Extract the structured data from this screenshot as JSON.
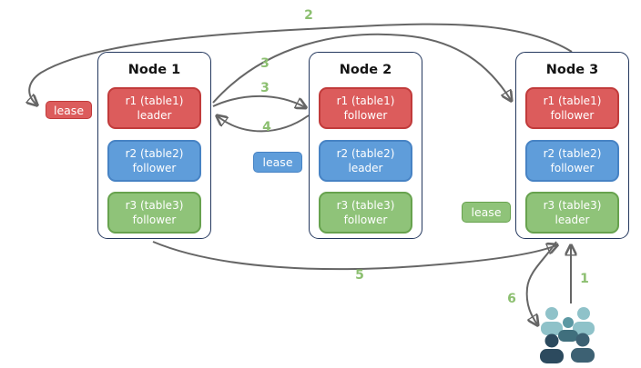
{
  "nodes": [
    {
      "title": "Node 1",
      "replicas": [
        {
          "line1": "r1 (table1)",
          "line2": "leader",
          "color": "red"
        },
        {
          "line1": "r2 (table2)",
          "line2": "follower",
          "color": "blue"
        },
        {
          "line1": "r3 (table3)",
          "line2": "follower",
          "color": "green"
        }
      ]
    },
    {
      "title": "Node 2",
      "replicas": [
        {
          "line1": "r1 (table1)",
          "line2": "follower",
          "color": "red"
        },
        {
          "line1": "r2 (table2)",
          "line2": "leader",
          "color": "blue"
        },
        {
          "line1": "r3 (table3)",
          "line2": "follower",
          "color": "green"
        }
      ]
    },
    {
      "title": "Node 3",
      "replicas": [
        {
          "line1": "r1 (table1)",
          "line2": "follower",
          "color": "red"
        },
        {
          "line1": "r2 (table2)",
          "line2": "follower",
          "color": "blue"
        },
        {
          "line1": "r3 (table3)",
          "line2": "leader",
          "color": "green"
        }
      ]
    }
  ],
  "leases": {
    "table1": "lease",
    "table2": "lease",
    "table3": "lease"
  },
  "steps": {
    "step1": "1",
    "step2": "2",
    "step3_to_node3": "3",
    "step3_to_node2": "3",
    "step4": "4",
    "step5": "5",
    "step6": "6"
  },
  "icons": {
    "users_group": "users-group-icon"
  },
  "colors": {
    "replica_red": "#DC5C5C",
    "replica_red_border": "#C13B3B",
    "replica_blue": "#5F9DDA",
    "replica_blue_border": "#4783C4",
    "replica_green": "#8FC379",
    "replica_green_border": "#67A24E",
    "node_border": "#24385E",
    "arrow_gray": "#666666",
    "step_label_green": "#8CBF70",
    "users_light_teal": "#8FC2C9",
    "users_mid_teal": "#5C98A3",
    "users_dark_navy": "#2C4A5E",
    "users_slate": "#3D6173"
  }
}
